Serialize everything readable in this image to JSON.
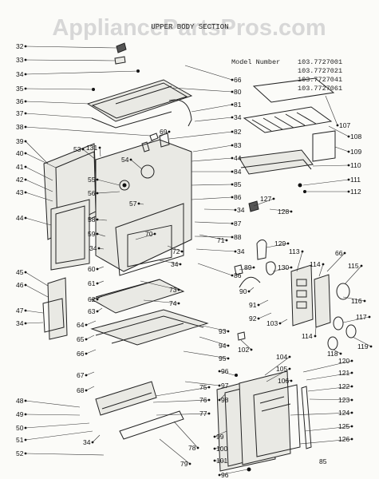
{
  "watermark": "AppliancePartsPros.com",
  "diagram_title": "UPPER BODY SECTION",
  "model_label": "Model Number",
  "model_numbers": [
    "103.7727001",
    "103.7727021",
    "103.7727041",
    "103.7727061"
  ],
  "footer_code": "85",
  "part_labels": [
    "32",
    "33",
    "34",
    "35",
    "36",
    "37",
    "38",
    "39",
    "40",
    "41",
    "42",
    "43",
    "44",
    "45",
    "46",
    "47",
    "48",
    "49",
    "50",
    "51",
    "52",
    "53",
    "54",
    "55",
    "56",
    "57",
    "58",
    "59",
    "60",
    "61",
    "62",
    "63",
    "64",
    "65",
    "66",
    "67",
    "68",
    "69",
    "70",
    "71",
    "72",
    "73",
    "74",
    "75",
    "76",
    "77",
    "78",
    "79",
    "80",
    "81",
    "82",
    "83",
    "84",
    "85",
    "86",
    "87",
    "88",
    "89",
    "90",
    "91",
    "92",
    "93",
    "94",
    "95",
    "96",
    "97",
    "98",
    "99",
    "100",
    "101",
    "102",
    "103",
    "104",
    "105",
    "106",
    "107",
    "108",
    "109",
    "110",
    "111",
    "112",
    "113",
    "114",
    "115",
    "116",
    "117",
    "118",
    "119",
    "120",
    "121",
    "122",
    "123",
    "124",
    "125",
    "126",
    "127",
    "128",
    "129",
    "130",
    "131"
  ]
}
